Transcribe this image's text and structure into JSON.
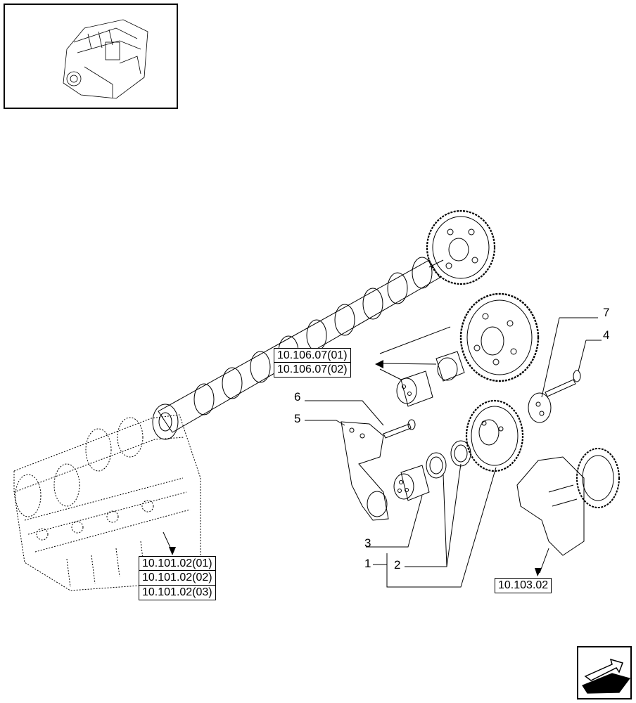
{
  "diagram": {
    "part_numbers": [
      "1",
      "2",
      "3",
      "4",
      "5",
      "6",
      "7"
    ],
    "references": {
      "camshaft_gears": [
        "10.106.07(01)",
        "10.106.07(02)"
      ],
      "cylinder_block": [
        "10.101.02(01)",
        "10.101.02(02)",
        "10.101.02(03)"
      ],
      "crankshaft": "10.103.02"
    },
    "icons": [
      "engine-thumbnail-icon",
      "next-page-arrow-icon"
    ]
  }
}
